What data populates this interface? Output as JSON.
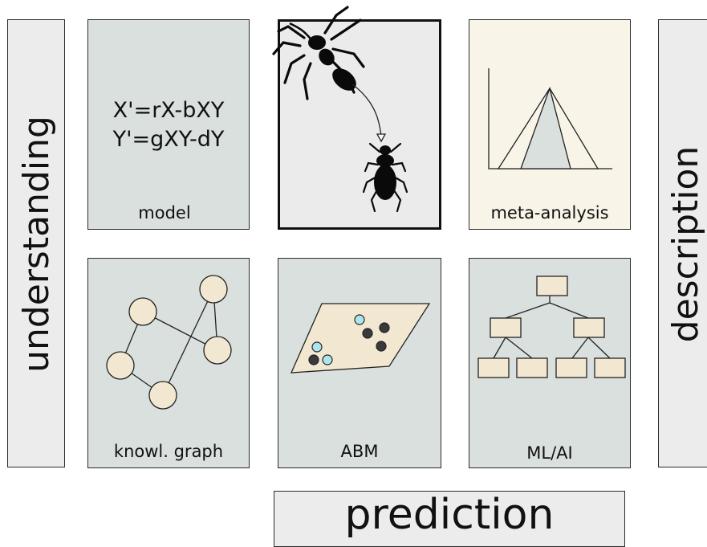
{
  "side_labels": {
    "left": "understanding",
    "right": "description",
    "bottom": "prediction"
  },
  "panels": {
    "model": {
      "equation_1": "X'=rX-bXY",
      "equation_2": "Y'=gXY-dY",
      "caption": "model"
    },
    "center": {
      "caption": ""
    },
    "meta_analysis": {
      "caption": "meta-analysis"
    },
    "knowledge_graph": {
      "caption": "knowl. graph"
    },
    "abm": {
      "caption": "ABM"
    },
    "ml_ai": {
      "caption": "ML/AI"
    }
  },
  "colors": {
    "node_fill": "#f2e8d2",
    "agent_cyan": "#aee4ef",
    "agent_dark": "#3a3a3a",
    "panel_gray": "#d9e0dd",
    "panel_cream": "#f8f4e8"
  },
  "icons": [
    "spider-icon",
    "beetle-icon",
    "funnel-plot-icon",
    "network-graph-icon",
    "agent-landscape-icon",
    "decision-tree-icon"
  ]
}
